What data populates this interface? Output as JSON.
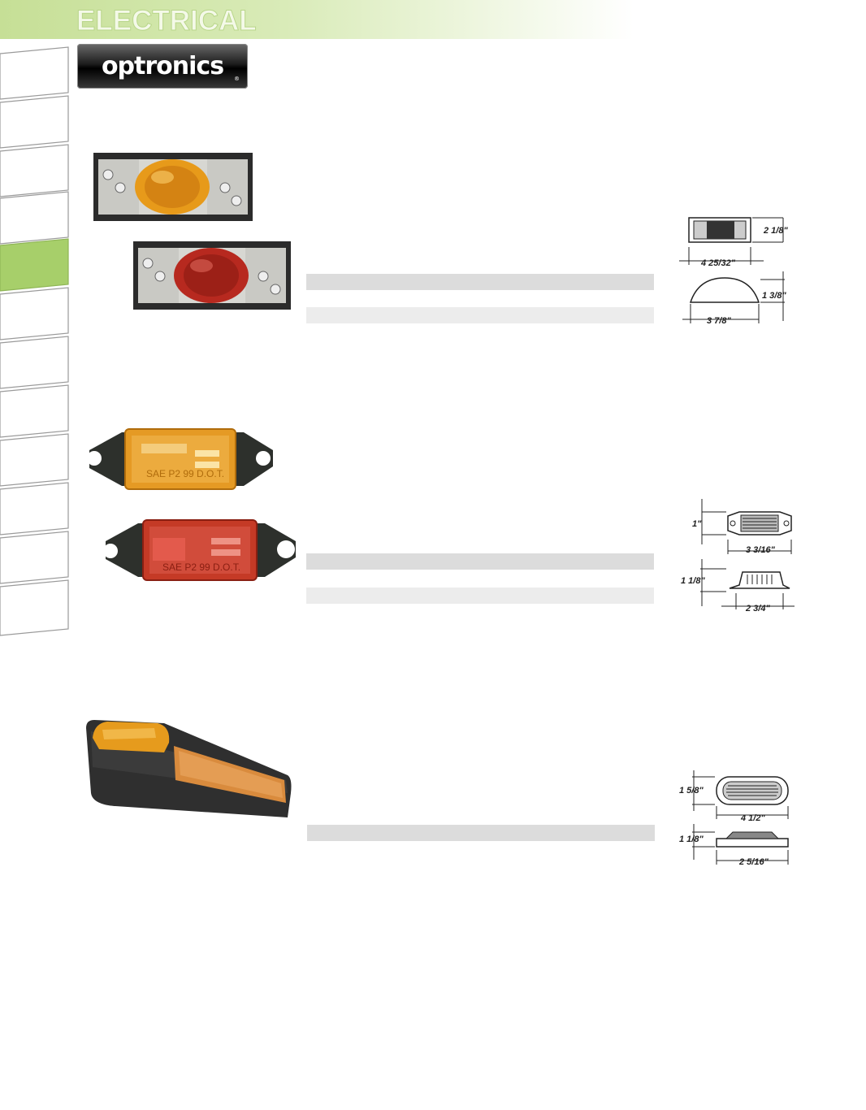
{
  "header": {
    "section_title": "ELECTRICAL"
  },
  "brand": {
    "logo_text": "optronics",
    "logo_registered": "®"
  },
  "products": [
    {
      "photo_lens_text": "",
      "dimensions": {
        "width": "2 1/8\"",
        "length": "4 25/32\"",
        "height": "1 3/8\"",
        "base": "3 7/8\""
      }
    },
    {
      "photo_lens_text": "SAE P2 99 D.O.T.",
      "dimensions": {
        "height_top": "1\"",
        "length_top": "3 3/16\"",
        "height_side": "1 1/8\"",
        "length_side": "2 3/4\""
      }
    },
    {
      "photo_lens_text": "",
      "dimensions": {
        "height_top": "1 5/8\"",
        "length_top": "4 1/2\"",
        "height_side": "1 1/8\"",
        "length_side": "2 5/16\""
      }
    }
  ],
  "colors": {
    "header_green": "#c6df96",
    "active_tab_green": "#a7cf6a",
    "amber": "#e79a1a",
    "red": "#b7291f"
  }
}
